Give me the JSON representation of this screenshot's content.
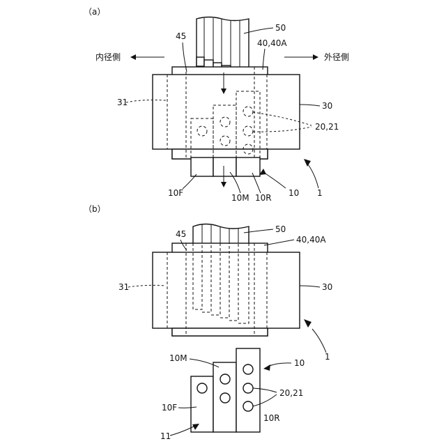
{
  "panels": {
    "a": "（a）",
    "b": "（b）"
  },
  "directions": {
    "inner": "内径側",
    "outer": "外径側"
  },
  "labels": {
    "ref_45": "45",
    "ref_50": "50",
    "ref_40": "40,40A",
    "ref_31": "31",
    "ref_30": "30",
    "ref_20": "20,21",
    "ref_10F": "10F",
    "ref_10M": "10M",
    "ref_10R": "10R",
    "ref_10": "10",
    "ref_1": "1",
    "ref_11": "11"
  }
}
